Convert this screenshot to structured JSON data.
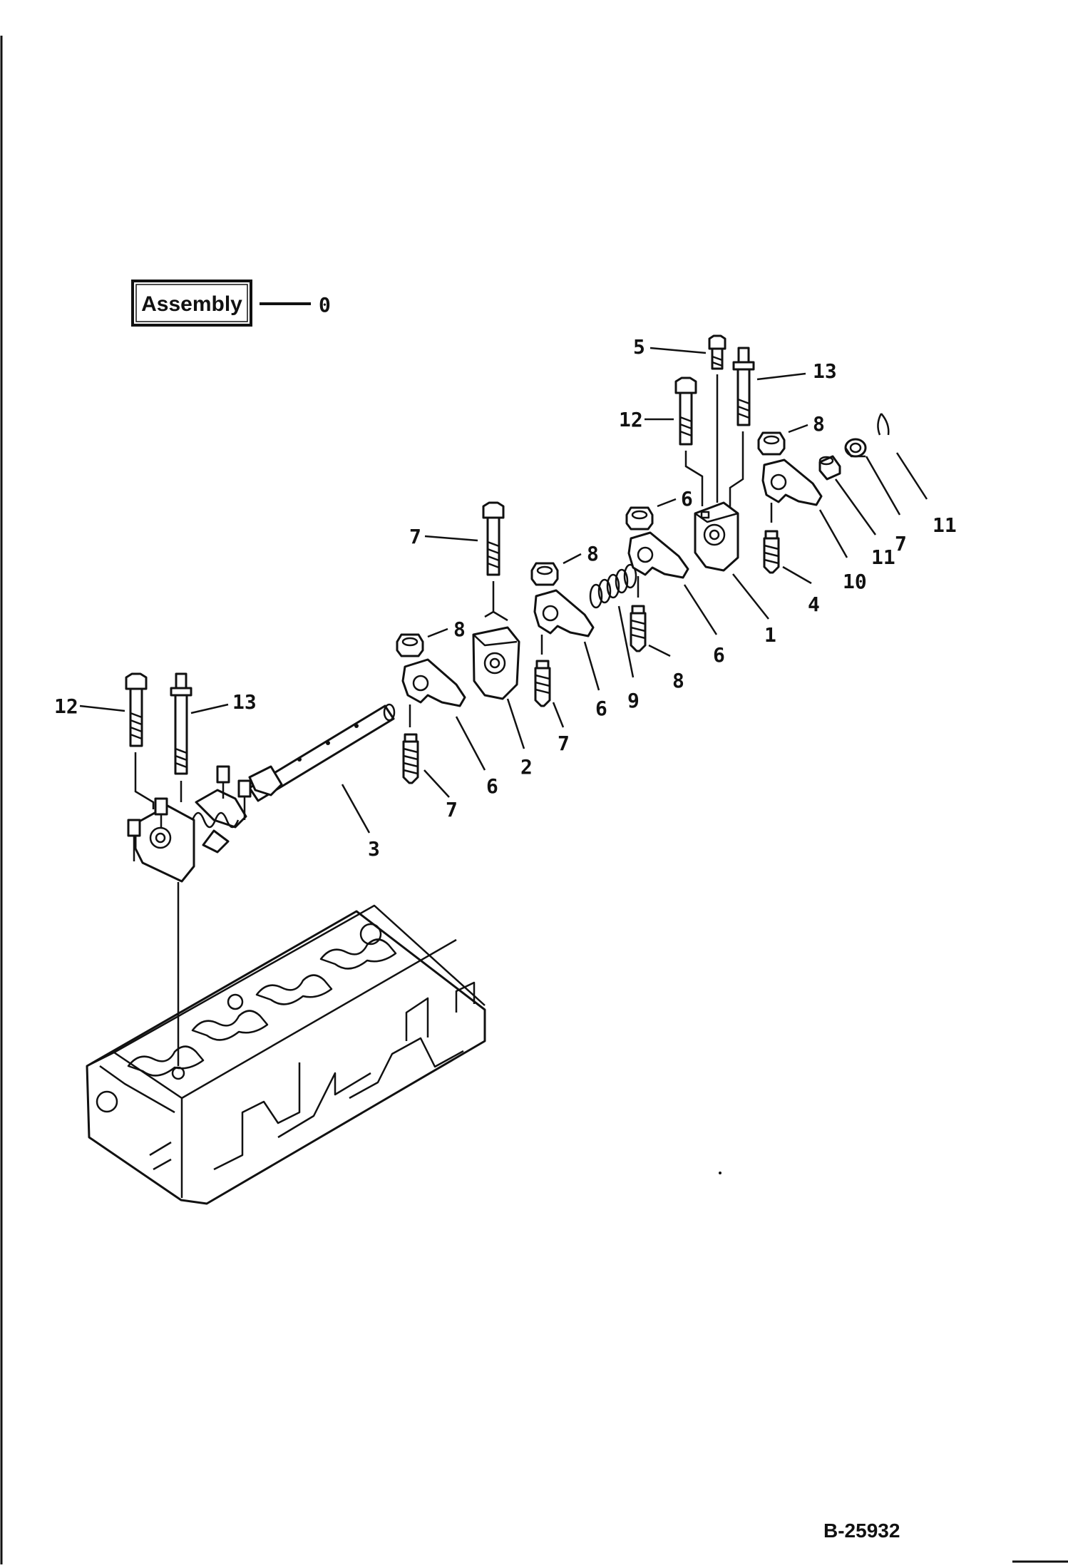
{
  "assembly": {
    "label": "Assembly",
    "number": "0"
  },
  "callouts": [
    {
      "id": "c5",
      "text": "5"
    },
    {
      "id": "c13a",
      "text": "13"
    },
    {
      "id": "c12a",
      "text": "12"
    },
    {
      "id": "c8a",
      "text": "8"
    },
    {
      "id": "c11",
      "text": "11"
    },
    {
      "id": "c10",
      "text": "10"
    },
    {
      "id": "c4",
      "text": "4"
    },
    {
      "id": "c6a",
      "text": "6"
    },
    {
      "id": "c7a",
      "text": "7"
    },
    {
      "id": "c1",
      "text": "1"
    },
    {
      "id": "c8b",
      "text": "8"
    },
    {
      "id": "c6b",
      "text": "6"
    },
    {
      "id": "c7b",
      "text": "7"
    },
    {
      "id": "c9",
      "text": "9"
    },
    {
      "id": "c12b",
      "text": "12"
    },
    {
      "id": "c8c",
      "text": "8"
    },
    {
      "id": "c6c",
      "text": "6"
    },
    {
      "id": "c7c",
      "text": "7"
    },
    {
      "id": "c8d",
      "text": "8"
    },
    {
      "id": "c2",
      "text": "2"
    },
    {
      "id": "c6d",
      "text": "6"
    },
    {
      "id": "c7d",
      "text": "7"
    },
    {
      "id": "c12c",
      "text": "12"
    },
    {
      "id": "c13b",
      "text": "13"
    },
    {
      "id": "c3",
      "text": "3"
    }
  ],
  "drawing_code": "B-25932"
}
